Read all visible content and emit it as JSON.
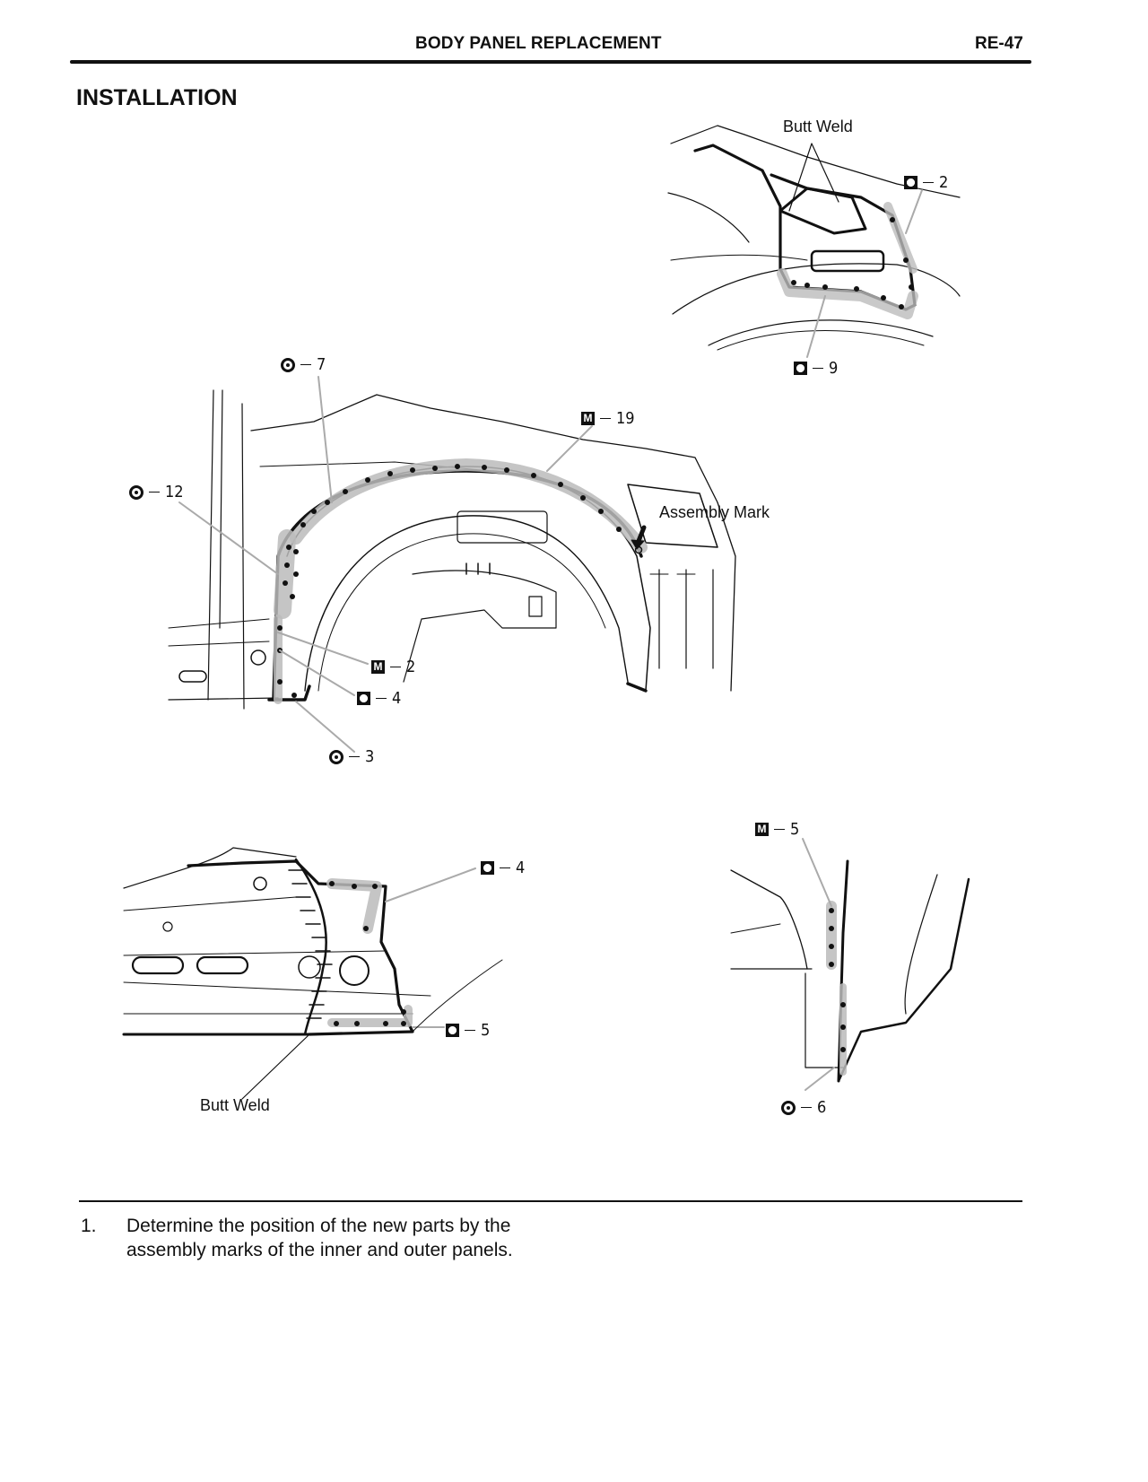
{
  "header": {
    "title": "BODY PANEL REPLACEMENT",
    "page": "RE-47"
  },
  "section": {
    "title": "INSTALLATION"
  },
  "figures": {
    "top_right": {
      "butt_weld_label": "Butt Weld",
      "callouts": [
        {
          "symbol": "spot-weld-square",
          "count": "2"
        },
        {
          "symbol": "spot-weld-square",
          "count": "9"
        }
      ]
    },
    "main": {
      "assembly_mark_label": "Assembly Mark",
      "callouts": [
        {
          "symbol": "spot-weld-round",
          "count": "7"
        },
        {
          "symbol": "mig-weld",
          "count": "19"
        },
        {
          "symbol": "spot-weld-round",
          "count": "12"
        },
        {
          "symbol": "mig-weld",
          "count": "2"
        },
        {
          "symbol": "spot-weld-square",
          "count": "4"
        },
        {
          "symbol": "spot-weld-round",
          "count": "3"
        }
      ]
    },
    "bottom_left": {
      "butt_weld_label": "Butt Weld",
      "callouts": [
        {
          "symbol": "spot-weld-square",
          "count": "4"
        },
        {
          "symbol": "spot-weld-square",
          "count": "5"
        }
      ]
    },
    "bottom_right": {
      "callouts": [
        {
          "symbol": "mig-weld",
          "count": "5"
        },
        {
          "symbol": "spot-weld-round",
          "count": "6"
        }
      ]
    },
    "symbols": {
      "mig_letter": "M",
      "dash": "–"
    }
  },
  "steps": [
    {
      "number": "1.",
      "line1": "Determine the position of the new parts by the",
      "line2": "assembly marks of the inner and outer panels."
    }
  ]
}
